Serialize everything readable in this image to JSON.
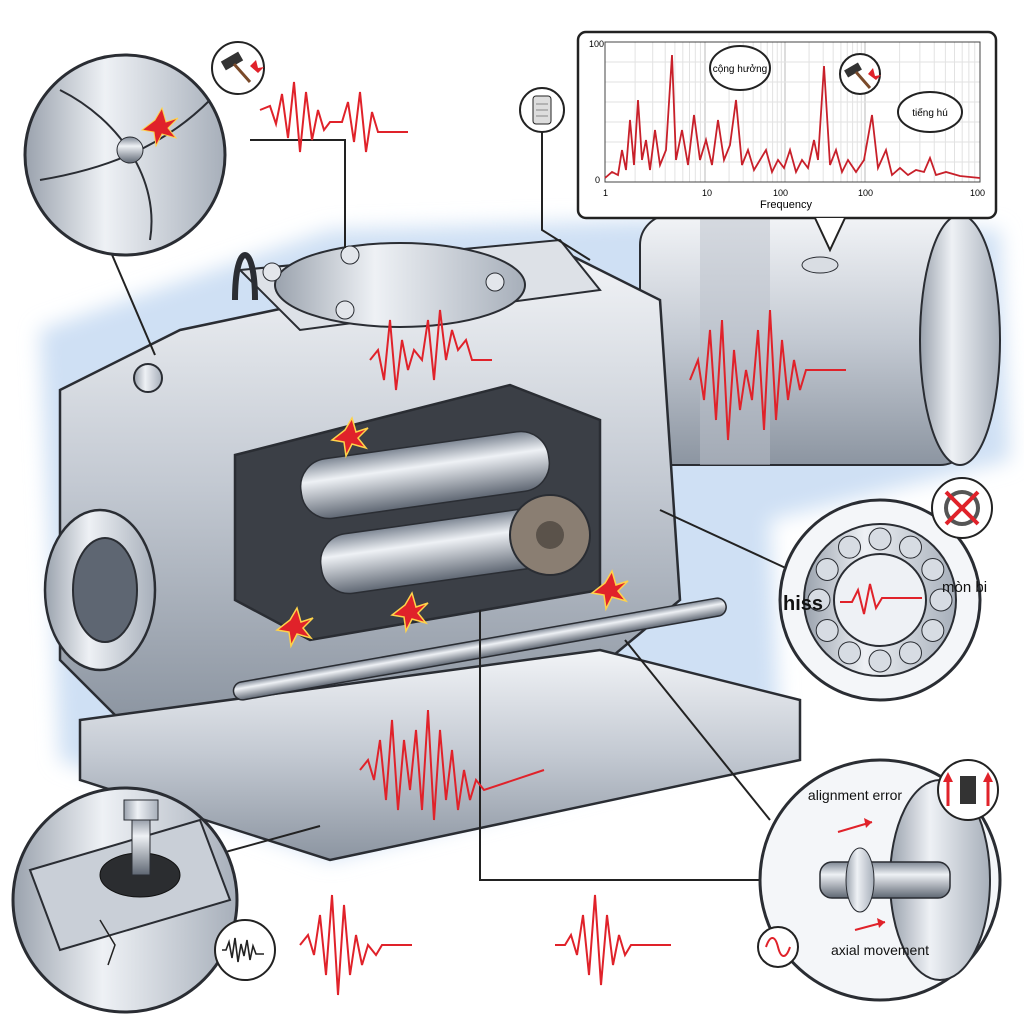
{
  "spectrum": {
    "xlabel": "Frequency",
    "x_ticks": [
      "1",
      "10",
      "100",
      "100"
    ],
    "y_ticks": [
      "100",
      "0"
    ],
    "annotation_resonance": "cộng hưởng",
    "annotation_whistle": "tiếng hú"
  },
  "bearing": {
    "label_hiss": "hiss",
    "label_wear": "mòn bi"
  },
  "coupling": {
    "label_alignment": "alignment error",
    "label_axial": "axial movement"
  },
  "icons": {
    "impact": "hammer-impact-icon",
    "filter": "filter-cartridge-icon",
    "bearing_fault": "bearing-fault-icon",
    "axial": "axial-arrows-icon",
    "waveform": "waveform-icon",
    "sine": "sine-wave-icon"
  },
  "colors": {
    "wave": "#e0222a",
    "metal_light": "#e6e9ee",
    "metal_mid": "#b7bec8",
    "metal_dark": "#6f7884",
    "glow": "#cfe0f4",
    "outline": "#2a2d33"
  }
}
